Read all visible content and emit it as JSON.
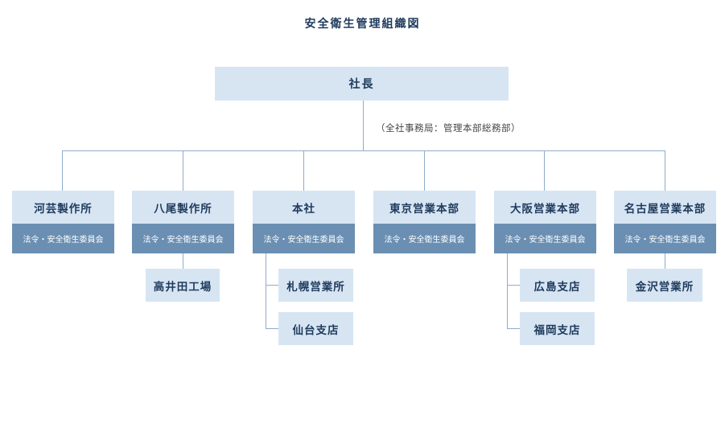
{
  "title": "安全衛生管理組織図",
  "ceo": "社長",
  "note": "（全社事務局：管理本部総務部）",
  "committee_label": "法令・安全衛生委員会",
  "departments": [
    {
      "name": "河芸製作所",
      "sub": []
    },
    {
      "name": "八尾製作所",
      "sub": [
        "高井田工場"
      ]
    },
    {
      "name": "本社",
      "sub": [
        "札幌営業所",
        "仙台支店"
      ]
    },
    {
      "name": "東京営業本部",
      "sub": []
    },
    {
      "name": "大阪営業本部",
      "sub": [
        "広島支店",
        "福岡支店"
      ]
    },
    {
      "name": "名古屋営業本部",
      "sub": [
        "金沢営業所"
      ]
    }
  ],
  "colors": {
    "light_box": "#d7e5f3",
    "committee_box": "#6a8fb2",
    "text": "#1e3a5c",
    "line": "#8faccb"
  }
}
